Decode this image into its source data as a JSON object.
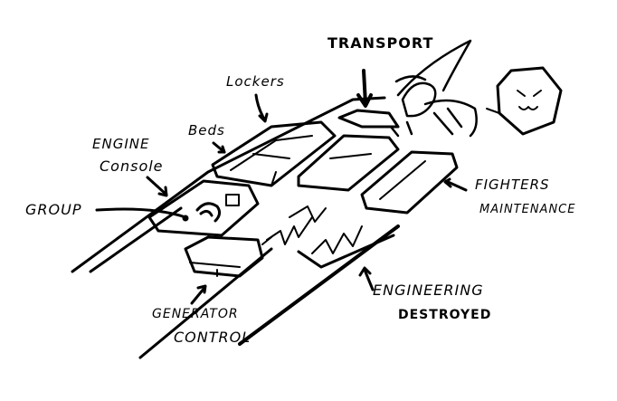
{
  "labels": {
    "transport": "TRANSPORT",
    "lockers": "Lockers",
    "beds": "Beds",
    "engine_console_1": "ENGINE",
    "engine_console_2": "Console",
    "group": "GROUP",
    "fighters_maintenance_1": "FIGHTERS",
    "fighters_maintenance_2": "MAINTENANCE",
    "engineering_1": "ENGINEERING",
    "engineering_2": "DESTROYED",
    "generator_control_1": "GENERATOR",
    "generator_control_2": "CONTROL"
  },
  "colors": {
    "ink": "#000000",
    "paper": "#ffffff"
  }
}
